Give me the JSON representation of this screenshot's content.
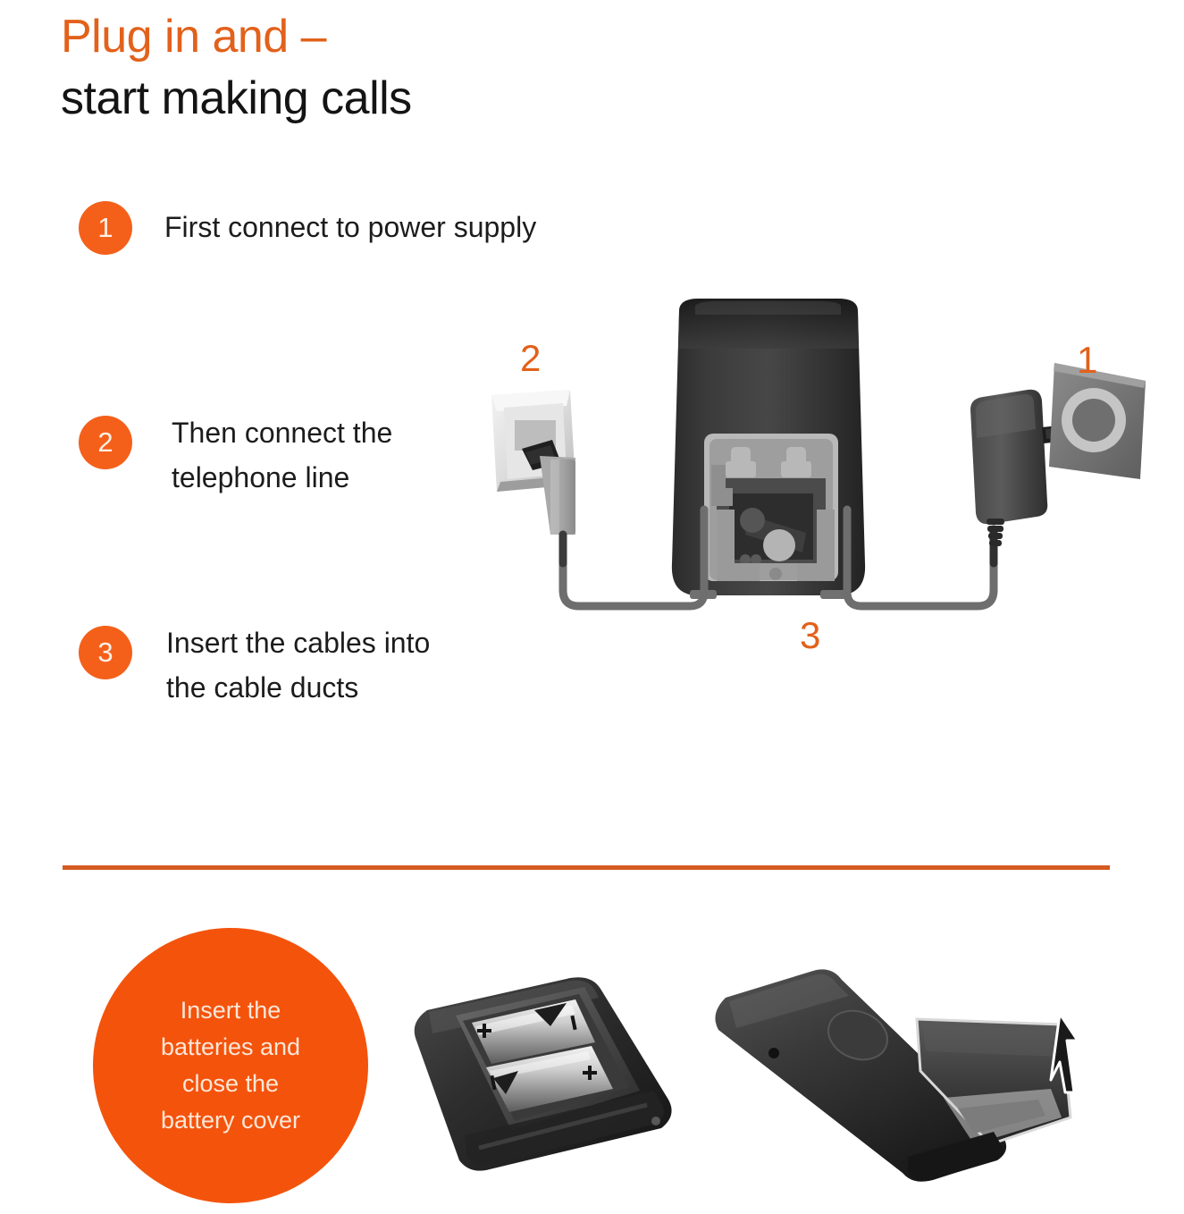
{
  "heading": {
    "line1": "Plug in and –",
    "line2": "start making calls"
  },
  "steps": [
    {
      "number": "1",
      "text": "First connect to power supply"
    },
    {
      "number": "2",
      "text": "Then connect the\ntelephone line"
    },
    {
      "number": "3",
      "text": "Insert the cables into\nthe cable ducts"
    }
  ],
  "diagram": {
    "callouts": [
      {
        "id": "callout-1",
        "label": "1",
        "refers_to": "mains-power-socket"
      },
      {
        "id": "callout-2",
        "label": "2",
        "refers_to": "telephone-wall-socket"
      },
      {
        "id": "callout-3",
        "label": "3",
        "refers_to": "cable-ducts"
      }
    ],
    "parts": {
      "base_station": "base-station-rear",
      "wall_socket": "telephone-wall-socket",
      "phone_plug": "telephone-line-plug",
      "power_adapter": "power-supply-adapter",
      "power_socket": "mains-power-socket"
    }
  },
  "separator": {
    "color": "#D35B22"
  },
  "battery_note": {
    "text": "Insert the\nbatteries and\nclose the\nbattery cover",
    "circle_color": "#F4530C",
    "text_color": "#FBE7D8"
  },
  "bottom_images": [
    {
      "name": "handset-battery-compartment-open",
      "markings": [
        "+",
        "–",
        "–",
        "+"
      ]
    },
    {
      "name": "handset-battery-cover-closing",
      "markings": []
    }
  ],
  "colors": {
    "orange_heading": "#E2611B",
    "orange_badge": "#F4601A",
    "orange_circle": "#F4530C",
    "dark_text": "#141414",
    "device_dark": "#333333",
    "cable_gray": "#6d6d6d"
  }
}
